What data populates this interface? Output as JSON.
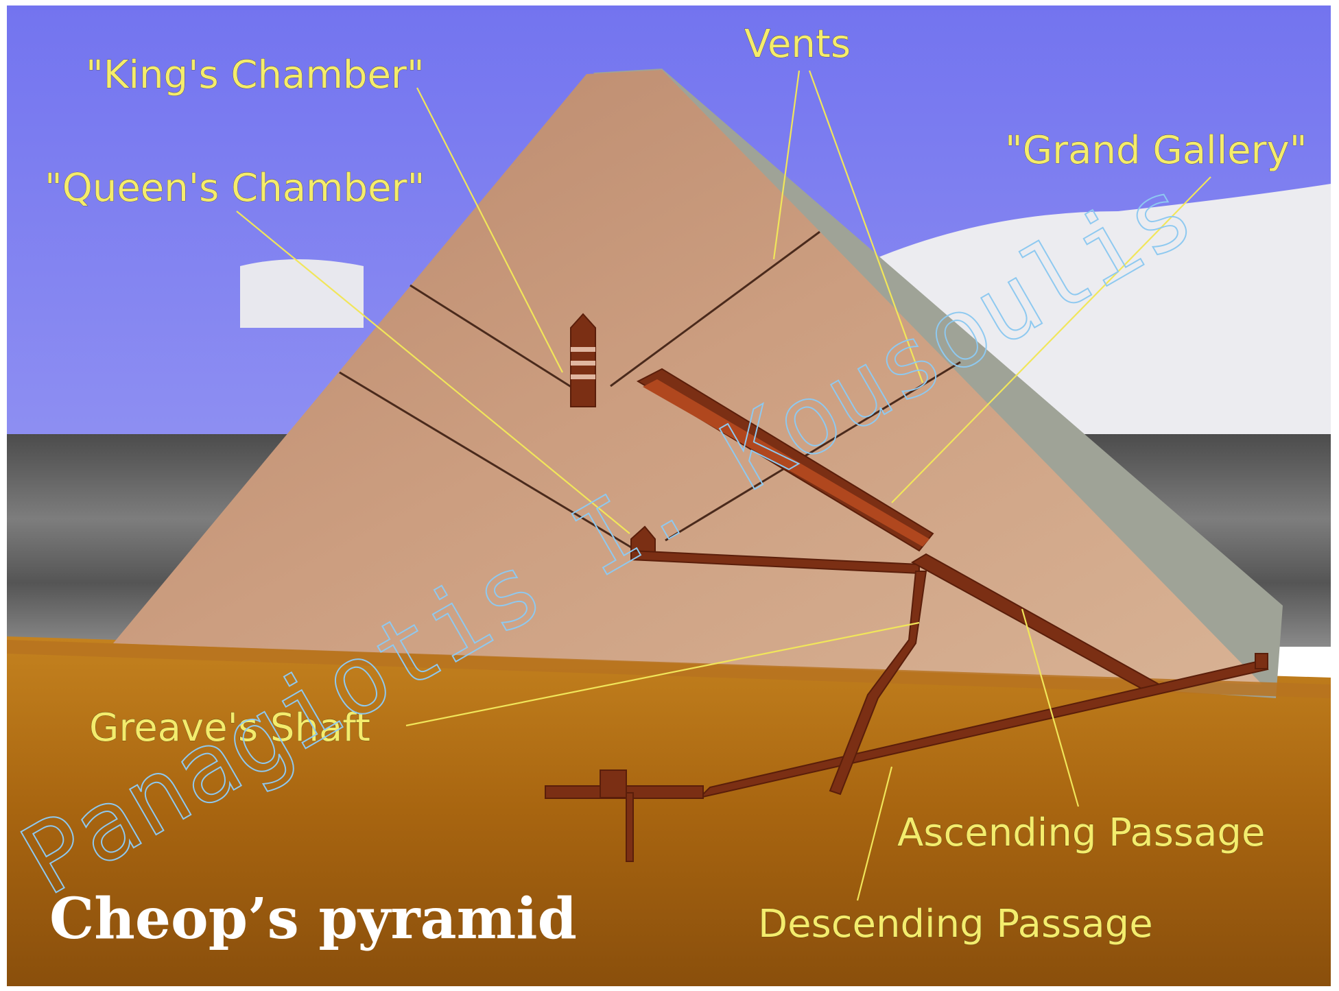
{
  "labels": {
    "kings_chamber": "\"King's Chamber\"",
    "queens_chamber": "\"Queen's Chamber\"",
    "vents": "Vents",
    "grand_gallery": "\"Grand Gallery\"",
    "greaves_shaft": "Greave's Shaft",
    "ascending_passage": "Ascending Passage",
    "descending_passage": "Descending Passage"
  },
  "title": "Cheop’s pyramid",
  "watermark": "Panagiotis I. Kousoulis",
  "colors": {
    "sky": "#7b7cf0",
    "pyramid_face": "#c99b7c",
    "pyramid_side": "#a6a898",
    "ground": "#b46f16",
    "passages": "#7a2e12",
    "label_text": "#f4ec6c",
    "leader_lines": "#f1e65a",
    "watermark": "#8ec9f0"
  }
}
